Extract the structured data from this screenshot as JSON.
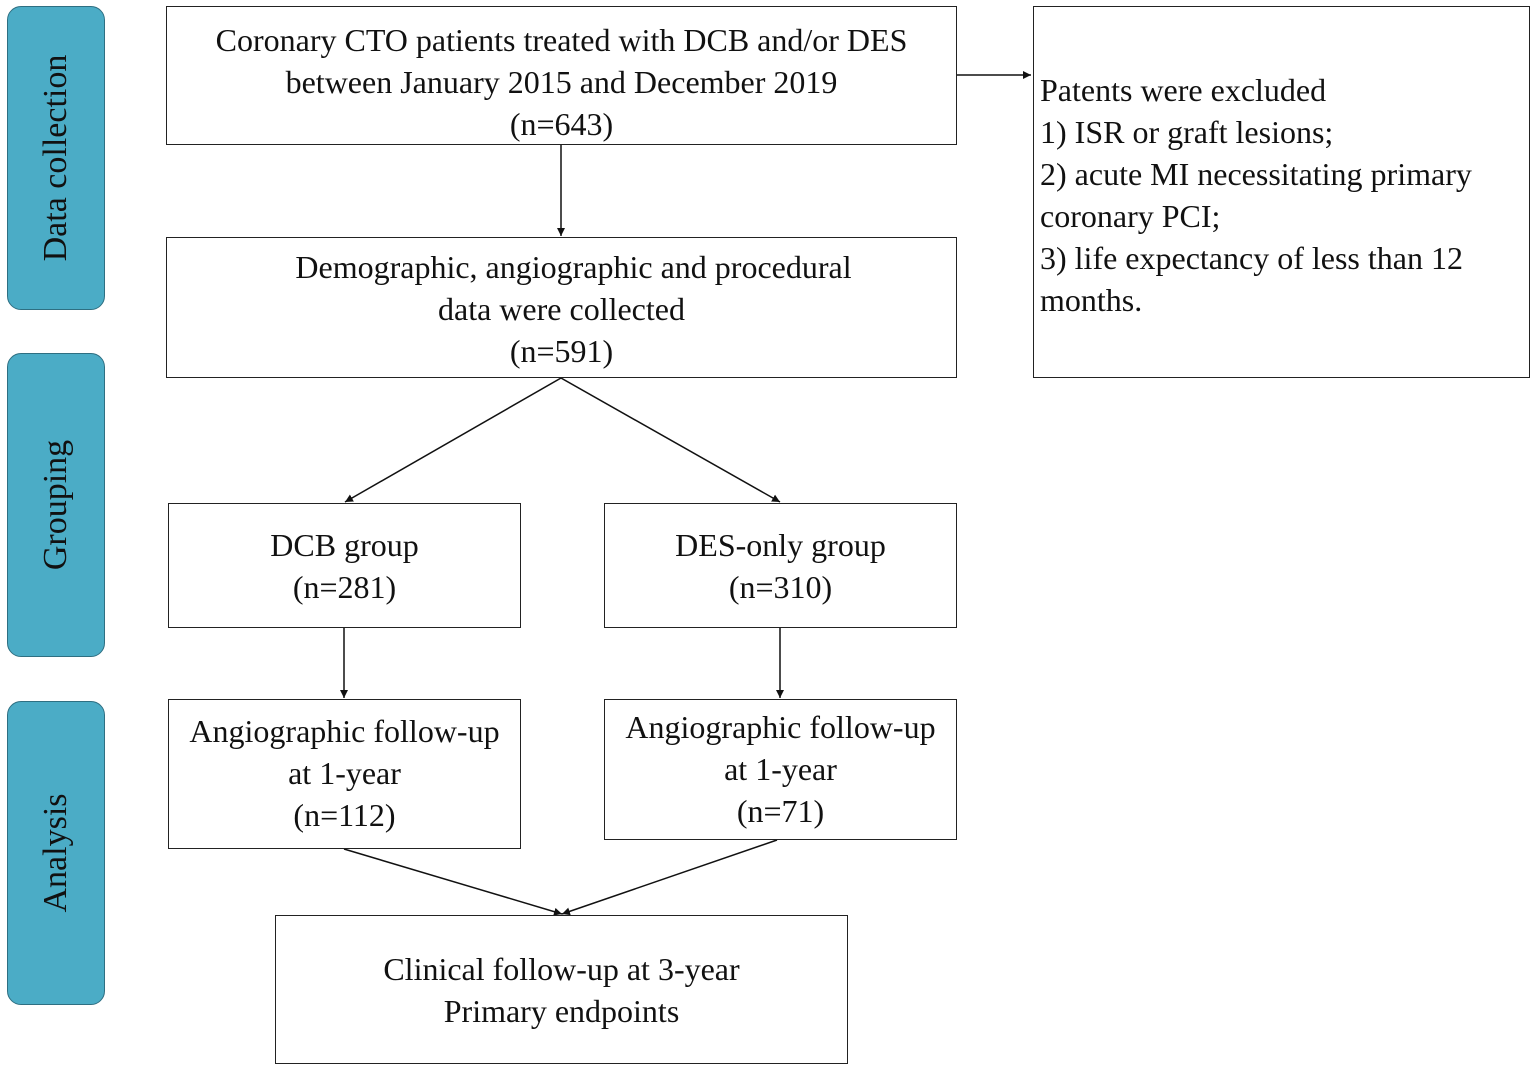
{
  "stages": {
    "data_collection": "Data collection",
    "grouping": "Grouping",
    "analysis": "Analysis"
  },
  "boxes": {
    "initial": {
      "line1": "Coronary CTO patients treated with DCB and/or DES",
      "line2": "between January 2015 and December 2019",
      "count": "(n=643)"
    },
    "collected": {
      "line1": "Demographic, angiographic and procedural",
      "line2": "data were collected",
      "count": "(n=591)"
    },
    "exclusion": {
      "title": "Patents were excluded",
      "items": [
        "1) ISR or graft lesions;",
        "2) acute MI necessitating primary",
        "coronary PCI;",
        "3) life expectancy of less than 12",
        "months."
      ]
    },
    "dcb_group": {
      "label": "DCB group",
      "count": "(n=281)"
    },
    "des_group": {
      "label": "DES-only group",
      "count": "(n=310)"
    },
    "dcb_followup": {
      "line1": "Angiographic follow-up",
      "line2": "at 1-year",
      "count": "(n=112)"
    },
    "des_followup": {
      "line1": "Angiographic follow-up",
      "line2": "at 1-year",
      "count": "(n=71)"
    },
    "clinical": {
      "line1": "Clinical follow-up at 3-year",
      "line2": "Primary endpoints"
    }
  },
  "colors": {
    "stage_fill": "#4bacc6",
    "stage_border": "#2e6f82",
    "box_border": "#222222",
    "arrow": "#111111"
  }
}
